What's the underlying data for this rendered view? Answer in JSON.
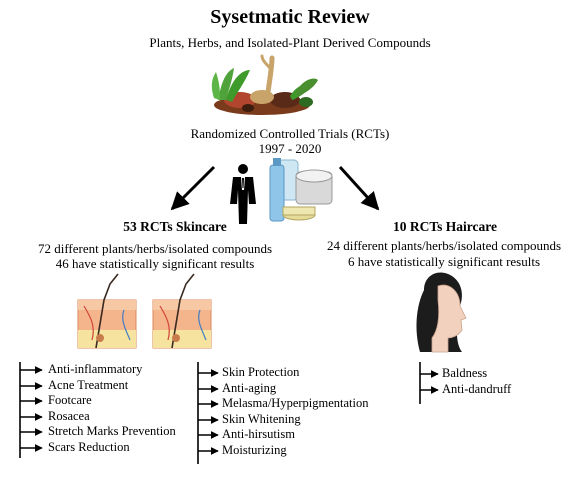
{
  "title": "Sysetmatic Review",
  "subtitle": "Plants, Herbs, and Isolated-Plant Derived Compounds",
  "rct": {
    "line1": "Randomized Controlled Trials (RCTs)",
    "line2": "1997 - 2020"
  },
  "skincare": {
    "heading": "53 RCTs Skincare",
    "line1": "72 different plants/herbs/isolated compounds",
    "line2": "46 have statistically significant results",
    "list_left": [
      "Anti-inflammatory",
      "Acne Treatment",
      "Footcare",
      "Rosacea",
      "Stretch Marks Prevention",
      "Scars Reduction"
    ],
    "list_right": [
      "Skin Protection",
      "Anti-aging",
      "Melasma/Hyperpigmentation",
      "Skin Whitening",
      "Anti-hirsutism",
      "Moisturizing"
    ]
  },
  "haircare": {
    "heading": "10 RCTs Haircare",
    "line1": "24 different plants/herbs/isolated compounds",
    "line2": "6 have statistically significant results",
    "list": [
      "Baldness",
      "Anti-dandruff"
    ]
  },
  "icons": [
    "herbs-illustration",
    "person-icon",
    "cosmetics-icon",
    "skin-cross-section-icon",
    "woman-profile-icon"
  ],
  "colors": {
    "leaf": "#3f9a2c",
    "skin": "#f4b48c",
    "hair_face": "#f2d2bf",
    "bottle": "#8fc5e8"
  }
}
